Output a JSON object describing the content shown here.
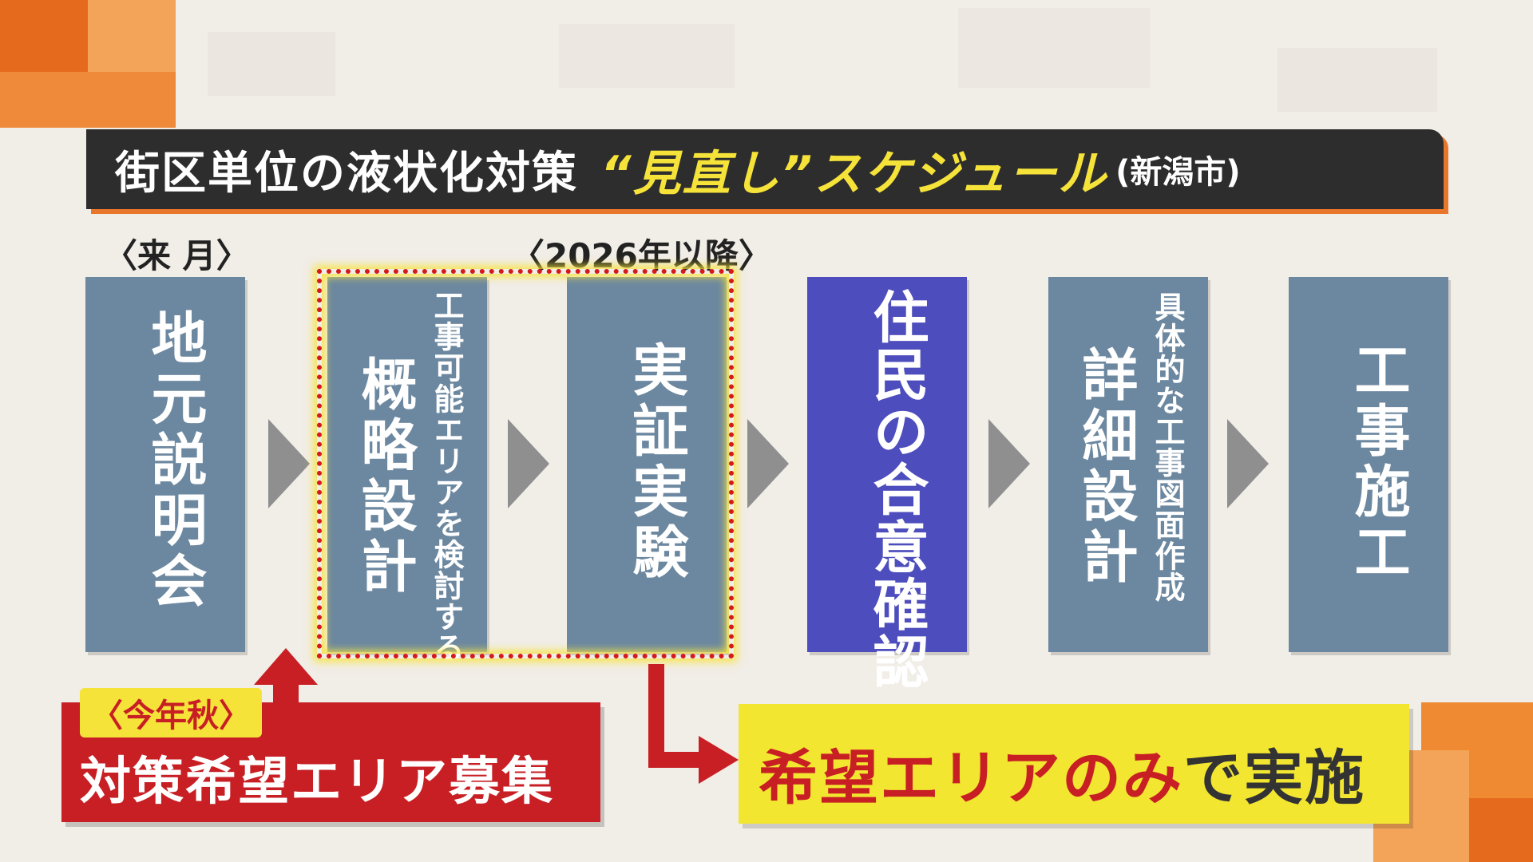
{
  "title": {
    "main": "街区単位の液状化対策",
    "accent": "“見直し”スケジュール",
    "sub": "(新潟市)"
  },
  "labels": {
    "next_month": "〈来 月〉",
    "after_2026": "〈2026年以降〉"
  },
  "steps": [
    {
      "main": "地元説明会",
      "sub": ""
    },
    {
      "main": "概略設計",
      "sub": "工事可能エリアを検討する"
    },
    {
      "main": "実証実験",
      "sub": ""
    },
    {
      "main": "住民の合意確認",
      "sub": ""
    },
    {
      "main": "詳細設計",
      "sub": "具体的な工事図面作成"
    },
    {
      "main": "工事施工",
      "sub": ""
    }
  ],
  "recruit": {
    "tag": "〈今年秋〉",
    "text": "対策希望エリア募集"
  },
  "result": {
    "text_red": "希望エリアのみ",
    "text_dark": "で実施"
  },
  "colors": {
    "step": "#6c88a0",
    "step_highlight": "#4d4dbd",
    "title_bg": "#2d2d2d",
    "accent_yellow": "#f6e33a",
    "accent_orange": "#e8772c",
    "red": "#c71f24"
  }
}
